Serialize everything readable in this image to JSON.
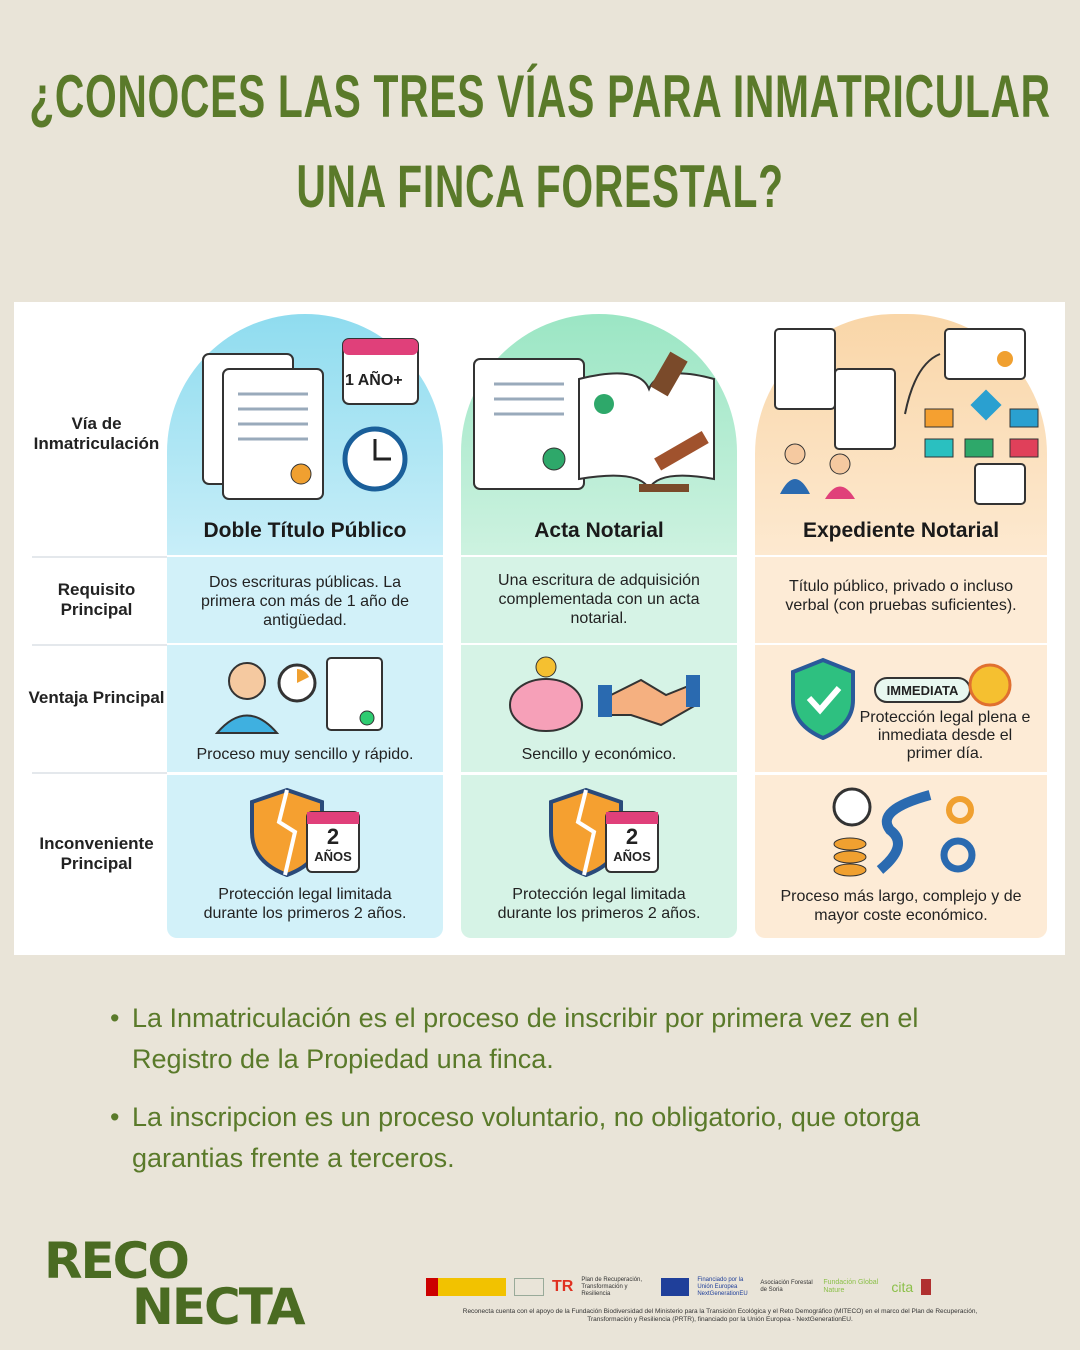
{
  "title": {
    "line1": "¿CONOCES LAS TRES VÍAS PARA INMATRICULAR",
    "line2": "UNA FINCA FORESTAL?"
  },
  "rows": {
    "via": "Vía de Inmatriculación",
    "requisito": "Requisito Principal",
    "ventaja": "Ventaja Principal",
    "inconveniente": "Inconveniente Principal"
  },
  "columns": [
    {
      "name": "Doble Título Público",
      "color": "#bfe8f5",
      "badge": "1 AÑO+",
      "requisito": "Dos escrituras públicas. La primera con más de 1 año de antigüedad.",
      "ventaja": "Proceso muy sencillo y rápido.",
      "inconveniente": "Protección legal limitada durante los primeros 2 años.",
      "years_num": "2",
      "years_label": "AÑOS"
    },
    {
      "name": "Acta Notarial",
      "color": "#c6efdc",
      "requisito": "Una escritura de adquisición complementada con un acta notarial.",
      "ventaja": "Sencillo y económico.",
      "inconveniente": "Protección legal limitada durante los primeros 2 años.",
      "years_num": "2",
      "years_label": "AÑOS"
    },
    {
      "name": "Expediente Notarial",
      "color": "#fde6c8",
      "requisito": "Título público, privado o incluso verbal (con pruebas suficientes).",
      "ventaja_badge": "IMMEDIATA",
      "ventaja": "Protección legal plena e inmediata desde el primer día.",
      "inconveniente": "Proceso más largo, complejo y de mayor coste económico."
    }
  ],
  "bullets": [
    "La Inmatriculación es el proceso de inscribir por primera vez en el Registro de la Propiedad una finca.",
    "La inscripcion es un proceso voluntario, no obligatorio, que otorga garantias frente a terceros."
  ],
  "logo": {
    "line1": "RECO",
    "line2": "NECTA"
  },
  "sponsors": [
    "Plan de Recuperación, Transformación y Resiliencia",
    "Financiado por la Unión Europea NextGenerationEU",
    "Asociación Forestal de Soria",
    "Fundación Global Nature",
    "cita"
  ],
  "credit": "Reconecta cuenta con el apoyo de la Fundación Biodiversidad del Ministerio para la Transición Ecológica y el Reto Demográfico (MITECO) en el marco del Plan de Recuperación, Transformación y Resiliencia (PRTR), financiado por la Unión Europea - NextGenerationEU.",
  "colors": {
    "title": "#5a7a2a",
    "background": "#e9e4d8"
  }
}
